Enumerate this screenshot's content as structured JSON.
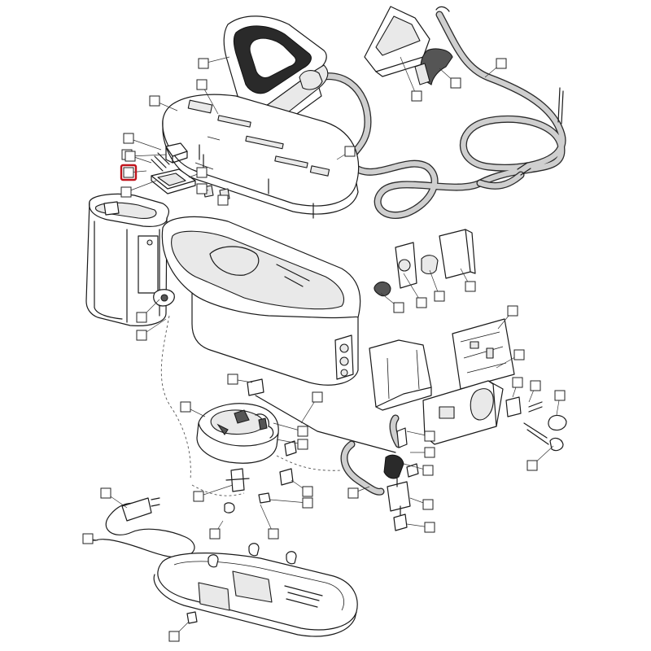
{
  "diagram": {
    "highlight_color": "#c0141c",
    "callouts": [
      {
        "id": "c01",
        "label": ""
      },
      {
        "id": "c02",
        "label": ""
      },
      {
        "id": "c03",
        "label": ""
      },
      {
        "id": "c04",
        "label": ""
      },
      {
        "id": "c05",
        "label": ""
      },
      {
        "id": "c06",
        "label": ""
      },
      {
        "id": "c07",
        "label": ""
      },
      {
        "id": "c08",
        "label": ""
      },
      {
        "id": "c09",
        "label": "",
        "highlighted": true
      },
      {
        "id": "c10",
        "label": ""
      },
      {
        "id": "c11",
        "label": ""
      },
      {
        "id": "c12",
        "label": ""
      },
      {
        "id": "c13",
        "label": ""
      },
      {
        "id": "c14",
        "label": ""
      },
      {
        "id": "c15",
        "label": ""
      },
      {
        "id": "c16",
        "label": ""
      },
      {
        "id": "c17",
        "label": ""
      },
      {
        "id": "c18",
        "label": ""
      },
      {
        "id": "c19",
        "label": ""
      },
      {
        "id": "c20",
        "label": ""
      },
      {
        "id": "c21",
        "label": ""
      },
      {
        "id": "c22",
        "label": ""
      },
      {
        "id": "c23",
        "label": ""
      },
      {
        "id": "c24",
        "label": ""
      },
      {
        "id": "c25",
        "label": ""
      },
      {
        "id": "c26",
        "label": ""
      },
      {
        "id": "c27",
        "label": ""
      },
      {
        "id": "c28",
        "label": ""
      },
      {
        "id": "c29",
        "label": ""
      },
      {
        "id": "c30",
        "label": ""
      },
      {
        "id": "c31",
        "label": ""
      },
      {
        "id": "c32",
        "label": ""
      },
      {
        "id": "c33",
        "label": ""
      },
      {
        "id": "c34",
        "label": ""
      },
      {
        "id": "c35",
        "label": ""
      },
      {
        "id": "c36",
        "label": ""
      },
      {
        "id": "c37",
        "label": ""
      },
      {
        "id": "c38",
        "label": ""
      },
      {
        "id": "c39",
        "label": ""
      },
      {
        "id": "c40",
        "label": ""
      },
      {
        "id": "c41",
        "label": ""
      },
      {
        "id": "c42",
        "label": ""
      },
      {
        "id": "c43",
        "label": ""
      },
      {
        "id": "c44",
        "label": ""
      },
      {
        "id": "c45",
        "label": ""
      },
      {
        "id": "c46",
        "label": ""
      },
      {
        "id": "c47",
        "label": ""
      }
    ]
  }
}
